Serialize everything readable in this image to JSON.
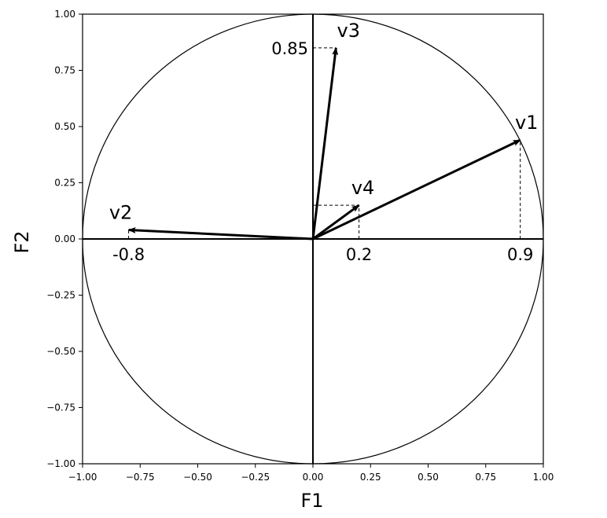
{
  "chart_data": {
    "type": "scatter",
    "title": "",
    "xlabel": "F1",
    "ylabel": "F2",
    "xlim": [
      -1.0,
      1.0
    ],
    "ylim": [
      -1.0,
      1.0
    ],
    "grid": false,
    "x_ticks": [
      "−1.00",
      "−0.75",
      "−0.50",
      "−0.25",
      "0.00",
      "0.25",
      "0.50",
      "0.75",
      "1.00"
    ],
    "y_ticks": [
      "1.00",
      "0.75",
      "0.50",
      "0.25",
      "0.00",
      "−0.25",
      "−0.50",
      "−0.75",
      "−1.00"
    ],
    "x_tick_values": [
      -1.0,
      -0.75,
      -0.5,
      -0.25,
      0.0,
      0.25,
      0.5,
      0.75,
      1.0
    ],
    "y_tick_values": [
      1.0,
      0.75,
      0.5,
      0.25,
      0.0,
      -0.25,
      -0.5,
      -0.75,
      -1.0
    ],
    "unit_circle": true,
    "vectors": [
      {
        "name": "v1",
        "x": 0.9,
        "y": 0.44
      },
      {
        "name": "v2",
        "x": -0.8,
        "y": 0.04
      },
      {
        "name": "v3",
        "x": 0.1,
        "y": 0.85
      },
      {
        "name": "v4",
        "x": 0.2,
        "y": 0.15
      }
    ],
    "annotations": [
      {
        "text": "0.9",
        "axis": "x",
        "value": 0.9,
        "from": 0.44
      },
      {
        "text": "-0.8",
        "axis": "x",
        "value": -0.8,
        "from": 0.04
      },
      {
        "text": "0.2",
        "axis": "x",
        "value": 0.2,
        "from": 0.15
      },
      {
        "text": "0.85",
        "axis": "y",
        "value": 0.85,
        "from": 0.1
      }
    ],
    "colors": {
      "arrows": "#000000",
      "circle": "#000000",
      "guides": "#000000"
    }
  }
}
